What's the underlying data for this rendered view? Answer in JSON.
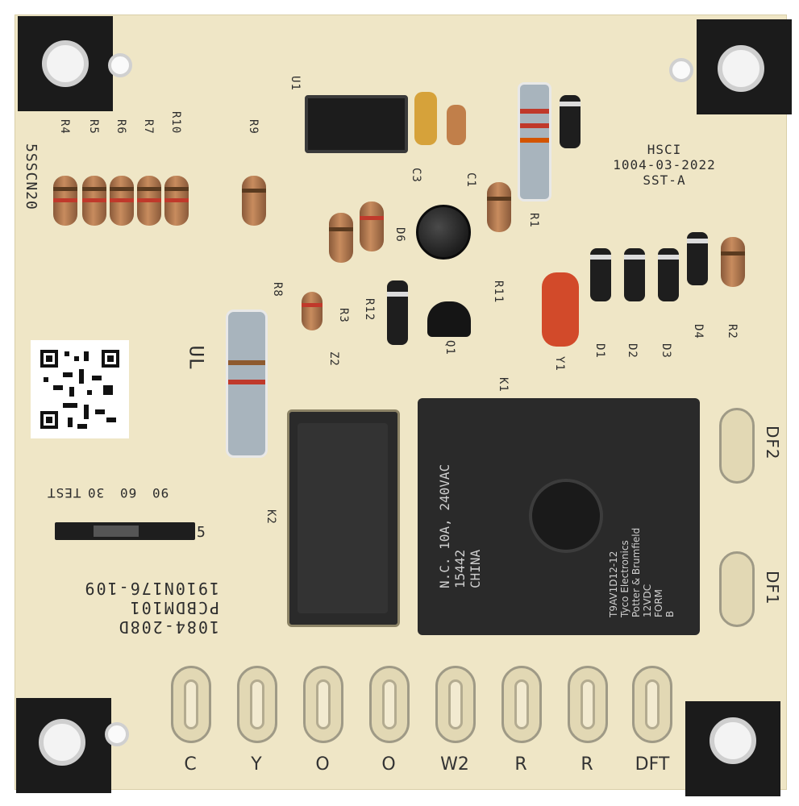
{
  "board": {
    "board_id_lines": [
      "1084-208D",
      "PCBDM101",
      "1910N176-109"
    ],
    "mfr_text": [
      "HSCI",
      "1004-03-2022",
      "SST-A"
    ],
    "side_code": "5SSCN20",
    "test_label": "TEST",
    "jumper_labels": [
      "90",
      "60",
      "30"
    ],
    "jumper_end": "5",
    "relay_text_left": [
      "N.C. 10A, 240VAC",
      "15442",
      "CHINA"
    ],
    "relay_text_right": [
      "T9AV1D12-12",
      "Tyco Electronics",
      "Potter & Brumfield",
      "12VDC",
      "FORM",
      "B"
    ],
    "ul_mark": "UL",
    "side_terminals": [
      {
        "label": "DF2"
      },
      {
        "label": "DF1"
      }
    ],
    "bottom_terminals": [
      {
        "label": "C"
      },
      {
        "label": "Y"
      },
      {
        "label": "O"
      },
      {
        "label": "O"
      },
      {
        "label": "W2"
      },
      {
        "label": "R"
      },
      {
        "label": "R"
      },
      {
        "label": "DFT"
      }
    ],
    "ref_designators": [
      "R4",
      "R5",
      "R6",
      "R7",
      "R10",
      "R9",
      "U1",
      "C3",
      "C1",
      "R1",
      "R11",
      "Q1",
      "K1",
      "K2",
      "R3",
      "Z2",
      "R8",
      "R12",
      "D6",
      "D1",
      "D2",
      "D3",
      "D4",
      "R2",
      "Y1"
    ]
  },
  "colors": {
    "board": "#efe6c6",
    "mount_pad": "#1b1b1b",
    "relay": "#2a2a2a",
    "silkscreen": "#2d2d2d"
  }
}
